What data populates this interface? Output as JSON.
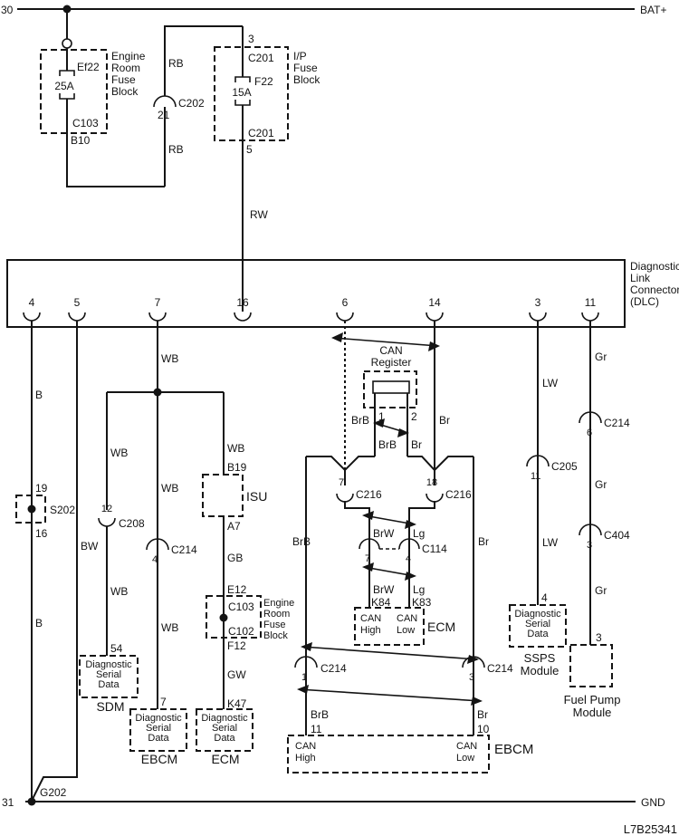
{
  "code": "L7B25341",
  "rails": {
    "top_left": "30",
    "top_right": "BAT+",
    "bottom_left": "31",
    "bottom_right": "GND",
    "ground_point": "G202"
  },
  "erfb": {
    "lines": [
      "Engine",
      "Room",
      "Fuse",
      "Block"
    ],
    "fuse": "Ef22",
    "amp": "25A",
    "conn": "C103",
    "term": "B10"
  },
  "c202": {
    "pin": "21",
    "name": "C202"
  },
  "wires": {
    "rb1": "RB",
    "rb2": "RB",
    "rw": "RW"
  },
  "ipfb": {
    "pin_top": "3",
    "conn_top": "C201",
    "fuse": "F22",
    "amp": "15A",
    "conn_bot": "C201",
    "pin_bot": "5",
    "lines": [
      "I/P",
      "Fuse",
      "Block"
    ]
  },
  "dlc": {
    "lines": [
      "Diagnostic",
      "Link",
      "Connector",
      "(DLC)"
    ],
    "pins": [
      "4",
      "5",
      "7",
      "16",
      "6",
      "14",
      "3",
      "11"
    ]
  },
  "left": {
    "b1": "B",
    "s_top": "19",
    "s_name": "S202",
    "s_bot": "16",
    "b2": "B",
    "bw": "BW",
    "wb0": "WB"
  },
  "sdm": {
    "wb1": "WB",
    "pin": "12",
    "conn": "C208",
    "wb2": "WB",
    "term": "54",
    "box": [
      "Diagnostic",
      "Serial",
      "Data"
    ],
    "name": "SDM"
  },
  "ebcm": {
    "wb1": "WB",
    "pin": "4",
    "conn": "C214",
    "wb2": "WB",
    "term": "7",
    "box": [
      "Diagnostic",
      "Serial",
      "Data"
    ],
    "name": "EBCM"
  },
  "ecm": {
    "wb": "WB",
    "b19": "B19",
    "isu": "ISU",
    "a7": "A7",
    "gb": "GB",
    "e12": "E12",
    "c103": "C103",
    "c102": "C102",
    "fb_lines": [
      "Engine",
      "Room",
      "Fuse",
      "Block"
    ],
    "f12": "F12",
    "gw": "GW",
    "k47": "K47",
    "box": [
      "Diagnostic",
      "Serial",
      "Data"
    ],
    "name": "ECM"
  },
  "can": {
    "reg_lines": [
      "CAN",
      "Register"
    ],
    "p1": "1",
    "p2": "2",
    "brb_u": "BrB",
    "br_u": "Br",
    "brb_m": "BrB",
    "br_m": "Br",
    "c216l_pin": "7",
    "c216l_name": "C216",
    "c216r_pin": "18",
    "c216r_name": "C216",
    "brw1": "BrW",
    "lg1": "Lg",
    "c114l_pin": "7",
    "c114r_pin": "4",
    "c114_name": "C114",
    "brw2": "BrW",
    "lg2": "Lg",
    "k84": "K84",
    "k83": "K83",
    "ecm_box": {
      "l1": "CAN",
      "l2": "High",
      "l3": "CAN",
      "l4": "Low",
      "name": "ECM"
    },
    "bus_l": "BrB",
    "bus_r": "Br",
    "c214l_pin": "1",
    "c214l_name": "C214",
    "c214r_pin": "3",
    "c214r_name": "C214",
    "brb_b": "BrB",
    "br_b": "Br",
    "t11": "11",
    "t10": "10",
    "ebcm_box": {
      "l1": "CAN",
      "l2": "High",
      "l3": "CAN",
      "l4": "Low",
      "name": "EBCM"
    }
  },
  "ssps": {
    "lw1": "LW",
    "pin": "11",
    "conn": "C205",
    "lw2": "LW",
    "term": "4",
    "box": [
      "Diagnostic",
      "Serial",
      "Data"
    ],
    "name1": "SSPS",
    "name2": "Module"
  },
  "fuel": {
    "gr1": "Gr",
    "pin_c214": "6",
    "c214": "C214",
    "gr2": "Gr",
    "pin_c404": "3",
    "c404": "C404",
    "gr3": "Gr",
    "term": "3",
    "name1": "Fuel Pump",
    "name2": "Module"
  }
}
